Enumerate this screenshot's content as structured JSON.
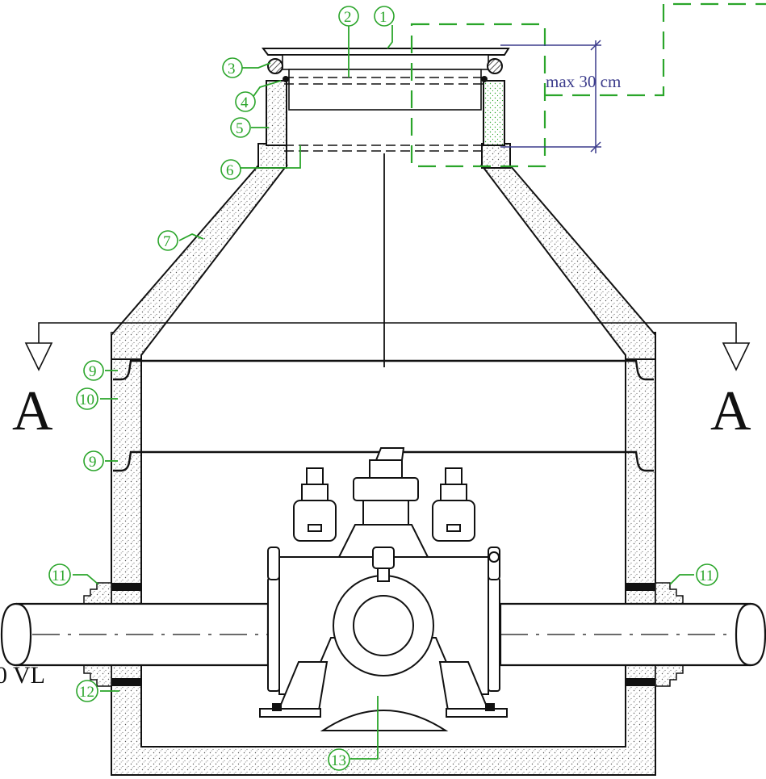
{
  "colors": {
    "line": "#111111",
    "callout": "#2aa52a",
    "dimension": "#3c3c8c",
    "concrete": "#b9b9b9"
  },
  "callouts": [
    "1",
    "2",
    "3",
    "4",
    "5",
    "6",
    "7",
    "9",
    "10",
    "9",
    "11",
    "11",
    "12",
    "13"
  ],
  "dimension_text": "max 30 cm",
  "section_left": "A",
  "section_right": "A",
  "left_edge_text": "0 VL"
}
